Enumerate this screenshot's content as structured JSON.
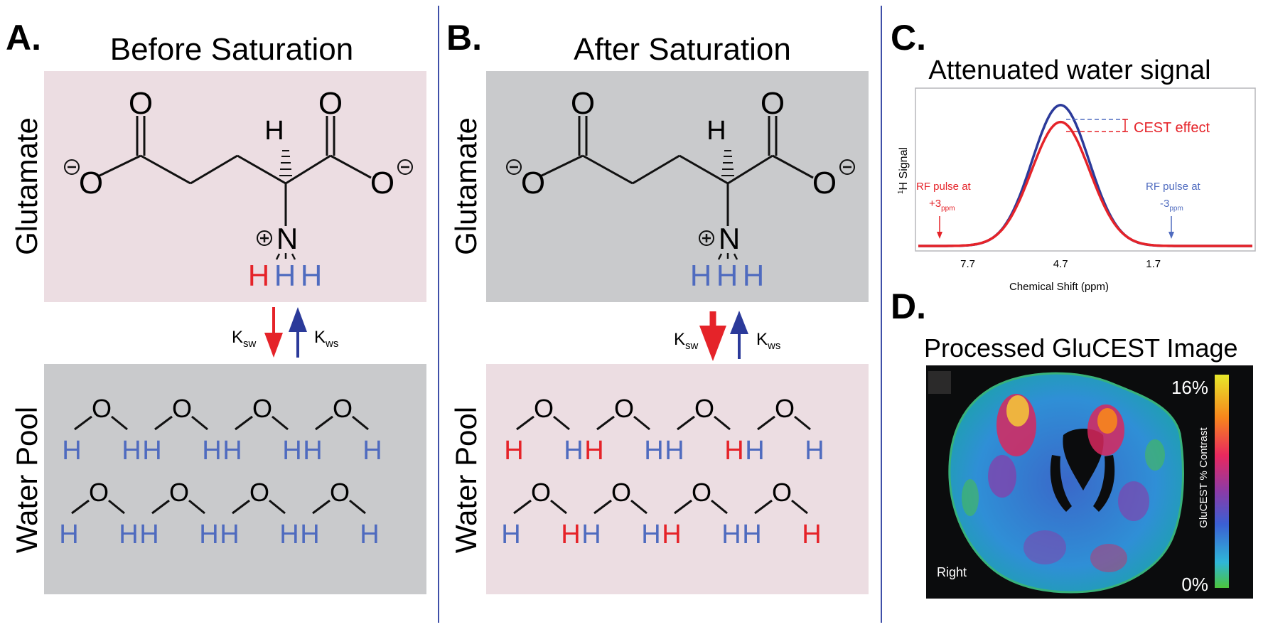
{
  "panel_a": {
    "letter": "A.",
    "title": "Before Saturation",
    "glutamate_label": "Glutamate",
    "water_label": "Water Pool",
    "k_down_main": "K",
    "k_down_sub": "sw",
    "k_up_main": "K",
    "k_up_sub": "ws",
    "amine_h": [
      "H",
      "H",
      "H"
    ],
    "water_h": [
      [
        "H",
        "H"
      ],
      [
        "H",
        "H"
      ],
      [
        "H",
        "H"
      ],
      [
        "H",
        "H"
      ],
      [
        "H",
        "H"
      ],
      [
        "H",
        "H"
      ],
      [
        "H",
        "H"
      ],
      [
        "H",
        "H"
      ]
    ]
  },
  "panel_b": {
    "letter": "B.",
    "title": "After Saturation",
    "glutamate_label": "Glutamate",
    "water_label": "Water Pool",
    "k_down_main": "K",
    "k_down_sub": "sw",
    "k_up_main": "K",
    "k_up_sub": "ws",
    "amine_h": [
      "H",
      "H",
      "H"
    ],
    "water_h": [
      [
        "H",
        "H"
      ],
      [
        "H",
        "H"
      ],
      [
        "H",
        "H"
      ],
      [
        "H",
        "H"
      ],
      [
        "H",
        "H"
      ],
      [
        "H",
        "H"
      ],
      [
        "H",
        "H"
      ],
      [
        "H",
        "H"
      ]
    ]
  },
  "molecule": {
    "carbonyl_o": "O",
    "carboxylate_o": "O",
    "alpha_h": "H",
    "nitrogen": "N",
    "charge_minus": "−",
    "charge_plus": "+",
    "water_o": "O"
  },
  "panel_c": {
    "letter": "C.",
    "title": "Attenuated water signal",
    "annotation": "CEST effect",
    "rf_left_line1": "RF pulse at",
    "rf_left_main": "+3",
    "rf_left_sub": "ppm",
    "rf_right_line1": "RF pulse at",
    "rf_right_main": "-3",
    "rf_right_sub": "ppm",
    "ylabel_sup": "1",
    "ylabel_rest": "H Signal",
    "xlabel": "Chemical Shift (ppm)"
  },
  "panel_d": {
    "letter": "D.",
    "title": "Processed GluCEST Image",
    "scale_max": "16%",
    "scale_min": "0%",
    "scale_label": "GluCEST % Contrast",
    "side_label": "Right"
  },
  "colors": {
    "red": "#e52329",
    "blue": "#4f6bbf",
    "dark_blue": "#2b3a9a",
    "pink_bg": "#ecdde2",
    "gray_bg": "#c9cacc",
    "divider": "#3f4fa8"
  },
  "chart_data": {
    "type": "line",
    "title": "Attenuated water signal",
    "xlabel": "Chemical Shift (ppm)",
    "ylabel": "1H Signal",
    "x_reversed": true,
    "xlim": [
      9.3,
      -1.5
    ],
    "ylim": [
      0,
      1.12
    ],
    "xticks": [
      7.7,
      4.7,
      1.7
    ],
    "series": [
      {
        "color": "#2b3a9a",
        "center": 4.7,
        "width": 1.3,
        "peak": 1.0
      },
      {
        "color": "#e52329",
        "center": 4.7,
        "width": 1.33,
        "peak": 0.88
      }
    ]
  }
}
